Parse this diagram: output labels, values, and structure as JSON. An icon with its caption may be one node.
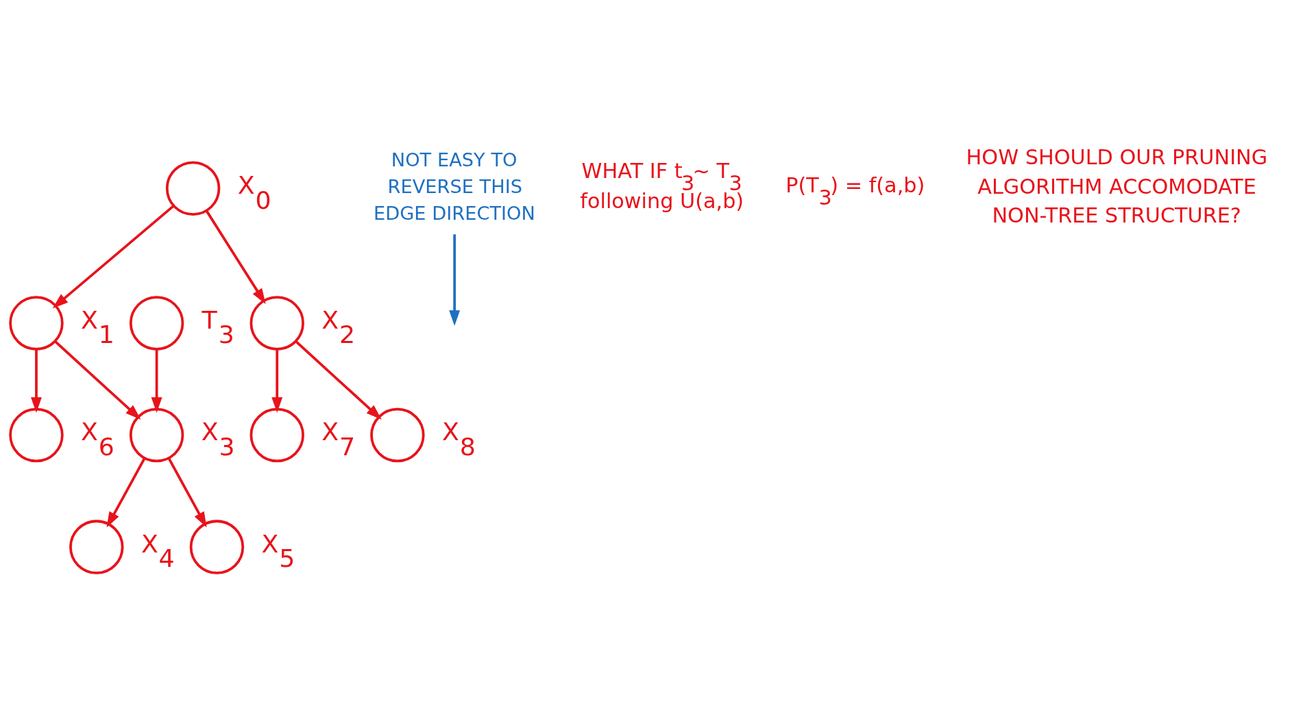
{
  "diagram": {
    "nodes": [
      {
        "text": [],
        "shape": "circle",
        "beside": [
          "X$_{0}$"
        ]
      },
      {
        "text": [],
        "shape": "circle",
        "beside": [
          "T$_{3}$"
        ]
      },
      {
        "text": [],
        "shape": "circle",
        "beside": [
          "X$_{1}$"
        ]
      },
      {
        "text": [],
        "shape": "circle",
        "beside": [
          "X$_{2}$"
        ]
      },
      {
        "text": [
          "NOT EASY TO REVERSE THIS EDGE DIRECTION"
        ]
      },
      {
        "text": [],
        "shape": "circle",
        "beside": [
          "X$_{3}$"
        ]
      },
      {
        "text": [],
        "shape": "circle",
        "beside": [
          "X$_{6}$"
        ]
      },
      {
        "text": [],
        "shape": "circle",
        "beside": [
          "X$_{7}$"
        ]
      },
      {
        "text": [],
        "shape": "circle",
        "beside": [
          "X$_{8}$"
        ]
      },
      {
        "text": [],
        "shape": "circle",
        "beside": [
          "X$_{4}$"
        ]
      },
      {
        "text": [],
        "shape": "circle",
        "beside": [
          "X$_{5}$"
        ]
      }
    ],
    "edges": [
      {
        "from": 0,
        "to": 2,
        "arrow": "to"
      },
      {
        "from": 0,
        "to": 3,
        "arrow": "to"
      },
      {
        "from": 1,
        "to": 5,
        "arrow": "to"
      },
      {
        "from": 2,
        "to": 5,
        "arrow": "to"
      },
      {
        "from": 2,
        "to": 6,
        "arrow": "to"
      },
      {
        "from": 3,
        "to": 7,
        "arrow": "to"
      },
      {
        "from": 3,
        "to": 8,
        "arrow": "to"
      },
      {
        "from": 5,
        "to": 9,
        "arrow": "to"
      },
      {
        "from": 5,
        "to": 10,
        "arrow": "to"
      },
      {
        "from": 4,
        "to": null,
        "arrow": "to",
        "color": "#1f70c1"
      }
    ],
    "labels": [
      "WHAT IF t$_{3}$~ T$_{3}$ following U(a,b)",
      "P(T$_{3}$) = f(a,b)",
      "HOW SHOULD OUR PRUNING ALGORITHM ACCOMODATE NON-TREE STRUCTURE?"
    ]
  }
}
